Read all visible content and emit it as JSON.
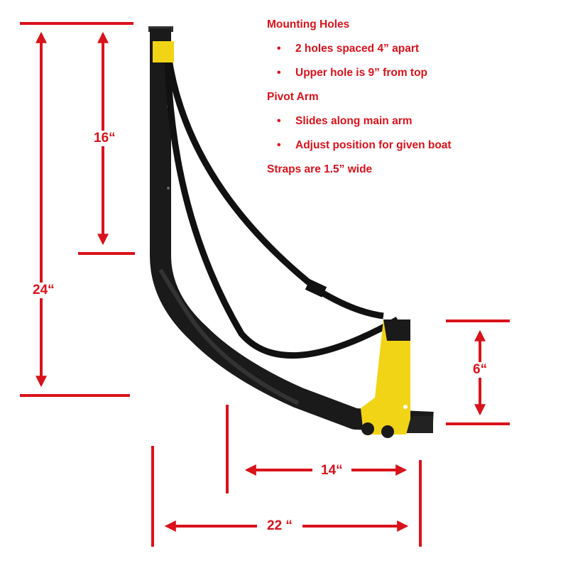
{
  "notes": {
    "mounting_holes": {
      "title": "Mounting Holes",
      "bullets": [
        "2 holes spaced 4” apart",
        "Upper hole is 9” from top"
      ]
    },
    "pivot_arm": {
      "title": "Pivot Arm",
      "bullets": [
        "Slides along main arm",
        "Adjust position for given boat"
      ]
    },
    "straps": "Straps are 1.5” wide"
  },
  "dimensions": {
    "total_height": "24“",
    "upper_height": "16“",
    "pivot_height": "6“",
    "pivot_travel": "14“",
    "total_depth": "22 “"
  },
  "colors": {
    "annotation": "#d9121b",
    "frame": "#1a1a1a",
    "pivot": "#f2d417"
  }
}
